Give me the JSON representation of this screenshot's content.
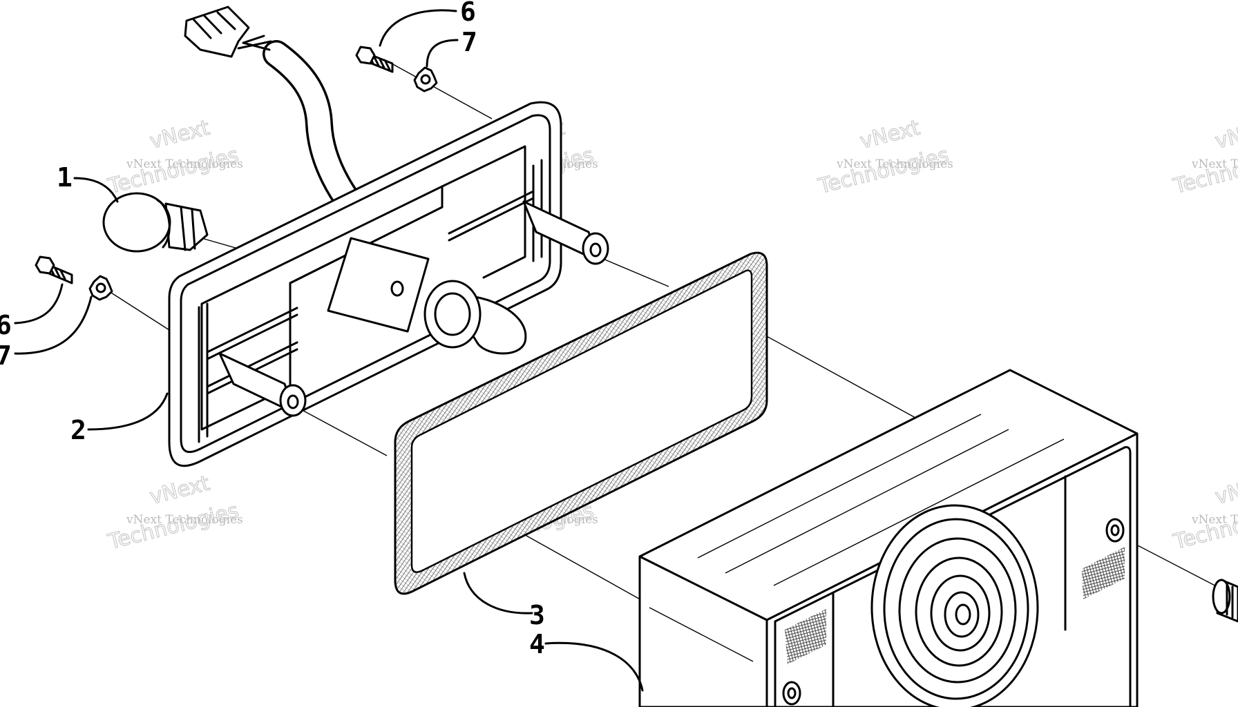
{
  "callouts": [
    {
      "id": "1",
      "label": "1"
    },
    {
      "id": "2",
      "label": "2"
    },
    {
      "id": "3",
      "label": "3"
    },
    {
      "id": "4",
      "label": "4"
    },
    {
      "id": "6-top",
      "label": "6"
    },
    {
      "id": "7-top",
      "label": "7"
    },
    {
      "id": "6-left",
      "label": "6"
    },
    {
      "id": "7-left",
      "label": "7"
    }
  ],
  "watermark": {
    "line1": "vNext",
    "line2": "vNext Technologies",
    "line3": "Technologies"
  },
  "colors": {
    "ink": "#000000",
    "watermark": "#b3b3b3",
    "gasket_hatch": "#555555"
  }
}
